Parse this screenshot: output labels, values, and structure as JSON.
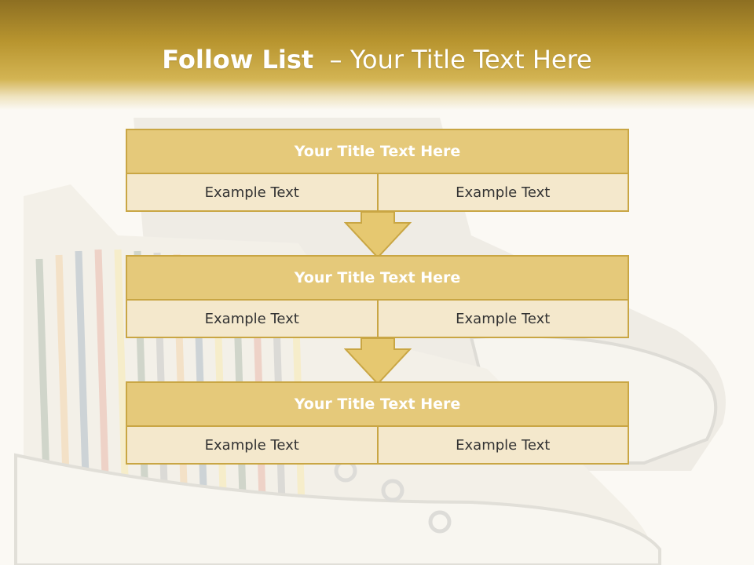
{
  "slide": {
    "title_bold": "Follow List",
    "title_rest": "– Your Title Text Here"
  },
  "blocks": [
    {
      "title": "Your Title Text Here",
      "cells": [
        "Example Text",
        "Example Text"
      ]
    },
    {
      "title": "Your Title Text Here",
      "cells": [
        "Example Text",
        "Example Text"
      ]
    },
    {
      "title": "Your Title Text Here",
      "cells": [
        "Example Text",
        "Example Text"
      ]
    }
  ],
  "colors": {
    "header_dark": "#8d6f22",
    "header_light": "#d3b453",
    "block_title_fill": "#e5c97a",
    "block_cell_fill": "#f4e8cc",
    "block_border": "#c9a644",
    "arrow_fill": "#e6c870"
  }
}
